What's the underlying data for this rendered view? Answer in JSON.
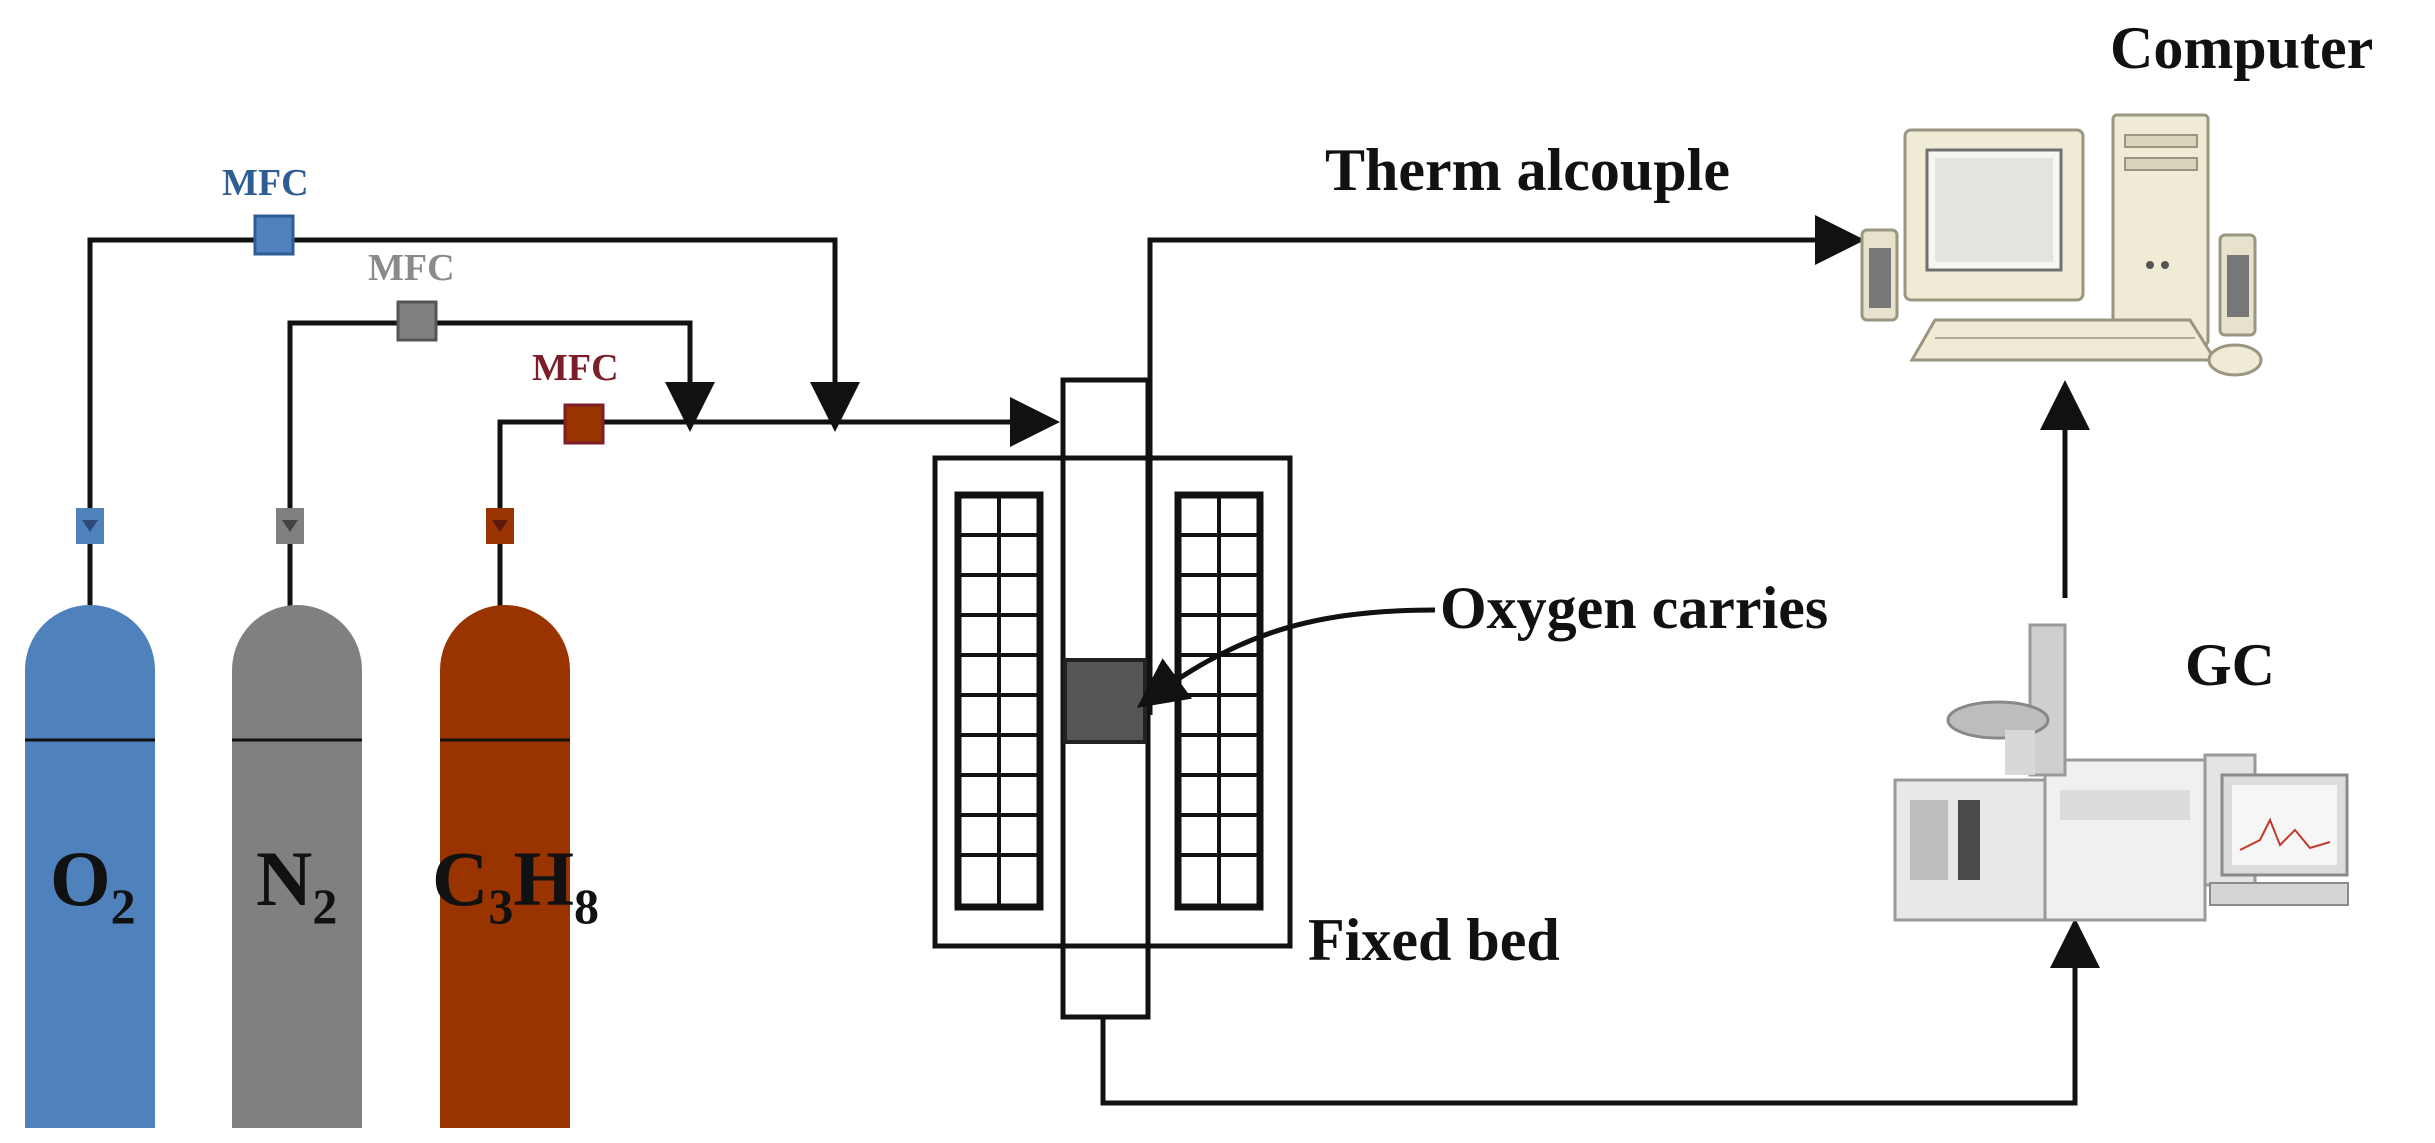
{
  "labels": {
    "computer": "Computer",
    "thermocouple": "Therm alcouple",
    "oxygen_carriers": "Oxygen carries",
    "gc": "GC",
    "fixed_bed": "Fixed bed"
  },
  "mfc": [
    {
      "label": "MFC",
      "color": "#2e5c95"
    },
    {
      "label": "MFC",
      "color": "#8a8a8a"
    },
    {
      "label": "MFC",
      "color": "#7a1f2a"
    }
  ],
  "cylinders": [
    {
      "main": "O",
      "sub": "2",
      "main2": "",
      "sub2": "",
      "color": "#4f81bd",
      "regulator_color": "#4f81bd"
    },
    {
      "main": "N",
      "sub": "2",
      "main2": "",
      "sub2": "",
      "color": "#808080",
      "regulator_color": "#808080"
    },
    {
      "main": "C",
      "sub": "3",
      "main2": "H",
      "sub2": "8",
      "color": "#993300",
      "regulator_color": "#993300"
    }
  ],
  "colors": {
    "mfc_o2": "#4f81bd",
    "mfc_n2": "#808080",
    "mfc_c3h8": "#993300",
    "line": "#111111",
    "sample": "#555555"
  }
}
